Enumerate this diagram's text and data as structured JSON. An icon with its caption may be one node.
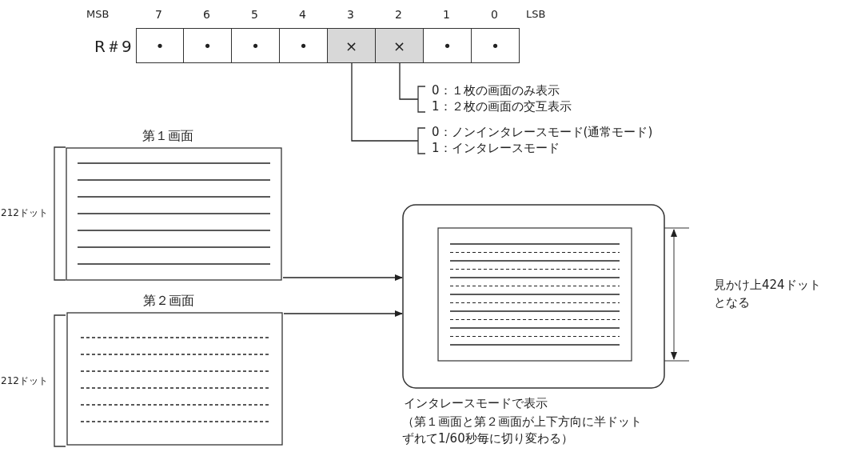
{
  "diagram": {
    "nodes": [
      {
        "text": [
          "•"
        ],
        "beside": [
          "7"
        ]
      },
      {
        "text": [
          "•"
        ],
        "beside": [
          "6"
        ]
      },
      {
        "text": [
          "•"
        ],
        "beside": [
          "5"
        ]
      },
      {
        "text": [
          "•"
        ],
        "beside": [
          "4"
        ]
      },
      {
        "text": [
          "×"
        ],
        "beside": [
          "3"
        ]
      },
      {
        "text": [
          "×"
        ],
        "beside": [
          "2"
        ]
      },
      {
        "text": [
          "•"
        ],
        "beside": [
          "1"
        ]
      },
      {
        "text": [
          "•"
        ],
        "beside": [
          "0"
        ]
      },
      {
        "text": [
          "0：１枚の画面のみ表示",
          "1：２枚の画面の交互表示"
        ]
      },
      {
        "text": [
          "0：ノンインタレースモード(通常モード)",
          "1：インタレースモード"
        ]
      },
      {
        "text": [
          "第１画面"
        ]
      },
      {
        "text": [
          "第２画面"
        ]
      },
      {
        "text": [
          "インタレースモードで表示",
          "（第１画面と第２画面が上下方向に半ドットずれて1/60秒毎に切り変わる）"
        ]
      }
    ],
    "edges": [
      {
        "from": 5,
        "to": 8,
        "arrow": "none"
      },
      {
        "from": 4,
        "to": 9,
        "arrow": "none"
      },
      {
        "from": 10,
        "to": 12,
        "arrow": "to"
      },
      {
        "from": 11,
        "to": 12,
        "arrow": "to"
      }
    ],
    "labels": [
      "MSB",
      "LSB",
      "R＃9",
      "212ドット",
      "212ドット",
      "見かけ上424ドットとなる"
    ]
  }
}
